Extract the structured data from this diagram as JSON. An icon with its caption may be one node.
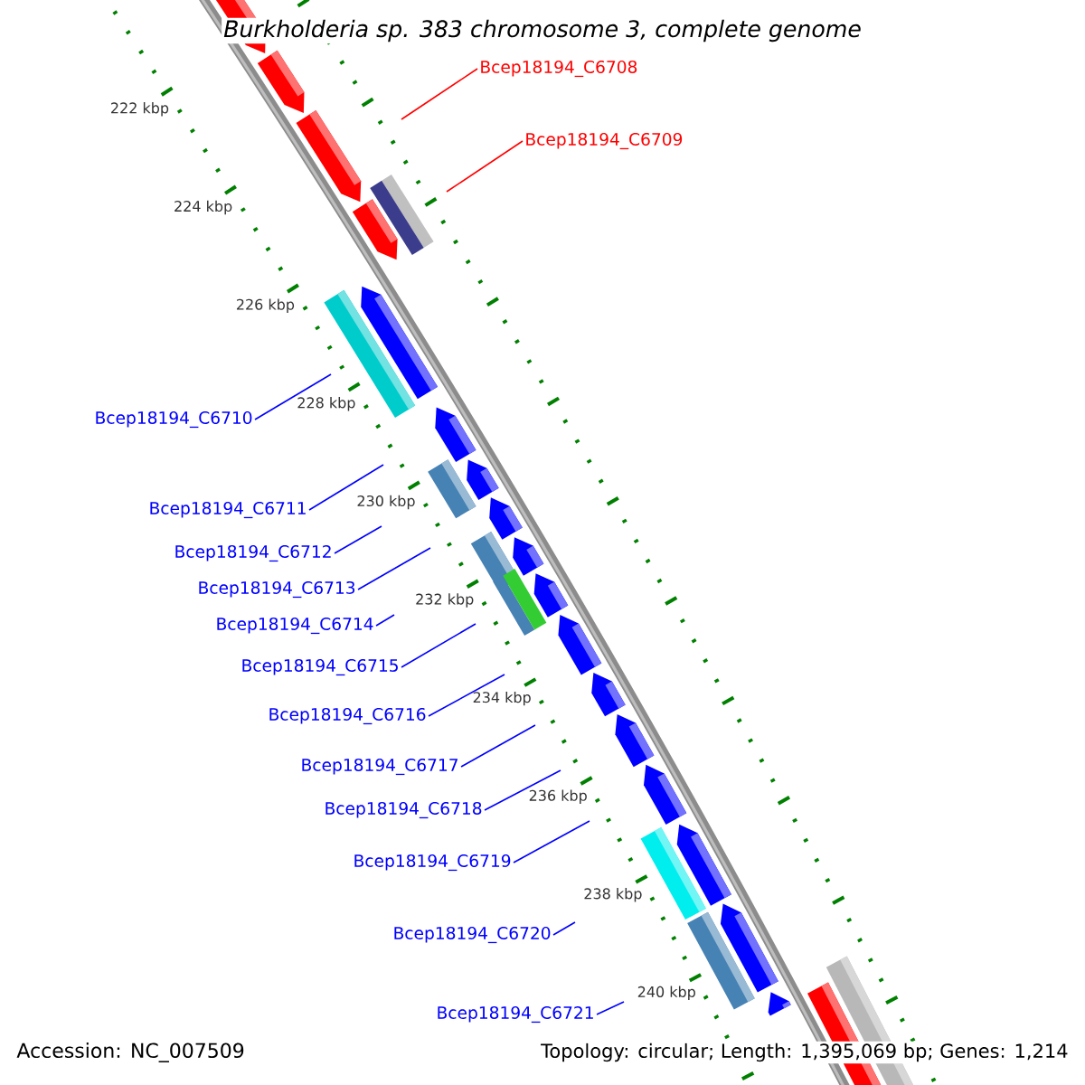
{
  "diagram": {
    "title": "Burkholderia sp. 383 chromosome 3, complete genome",
    "nodes": [
      {
        "text": [
          "Bcep18194_C6708"
        ]
      },
      {
        "text": [
          "Bcep18194_C6709"
        ]
      },
      {
        "text": [
          "Bcep18194_C6710"
        ]
      },
      {
        "text": [
          "Bcep18194_C6711"
        ]
      },
      {
        "text": [
          "Bcep18194_C6712"
        ]
      },
      {
        "text": [
          "Bcep18194_C6713"
        ]
      },
      {
        "text": [
          "Bcep18194_C6714"
        ]
      },
      {
        "text": [
          "Bcep18194_C6715"
        ]
      },
      {
        "text": [
          "Bcep18194_C6716"
        ]
      },
      {
        "text": [
          "Bcep18194_C6717"
        ]
      },
      {
        "text": [
          "Bcep18194_C6718"
        ]
      },
      {
        "text": [
          "Bcep18194_C6719"
        ]
      },
      {
        "text": [
          "Bcep18194_C6720"
        ]
      },
      {
        "text": [
          "Bcep18194_C6721"
        ]
      }
    ],
    "edges": [
      {
        "from": 0,
        "to": null,
        "arrow": "none",
        "color": "#ff0000"
      },
      {
        "from": 1,
        "to": null,
        "arrow": "none",
        "color": "#ff0000"
      },
      {
        "from": 2,
        "to": null,
        "arrow": "none"
      },
      {
        "from": 3,
        "to": null,
        "arrow": "none"
      },
      {
        "from": 4,
        "to": null,
        "arrow": "none"
      },
      {
        "from": 5,
        "to": null,
        "arrow": "none"
      },
      {
        "from": 6,
        "to": null,
        "arrow": "none"
      },
      {
        "from": 7,
        "to": null,
        "arrow": "none"
      },
      {
        "from": 8,
        "to": null,
        "arrow": "none"
      },
      {
        "from": 9,
        "to": null,
        "arrow": "none"
      },
      {
        "from": 10,
        "to": null,
        "arrow": "none"
      },
      {
        "from": 11,
        "to": null,
        "arrow": "none"
      },
      {
        "from": 12,
        "to": null,
        "arrow": "none"
      },
      {
        "from": 13,
        "to": null,
        "arrow": "none"
      }
    ],
    "labels": [
      "222 kbp",
      "224 kbp",
      "226 kbp",
      "228 kbp",
      "230 kbp",
      "232 kbp",
      "234 kbp",
      "236 kbp",
      "238 kbp",
      "240 kbp",
      "Accession: NC_007509",
      "Topology: circular; Length: 1,395,069 bp; Genes: 1,214"
    ]
  }
}
